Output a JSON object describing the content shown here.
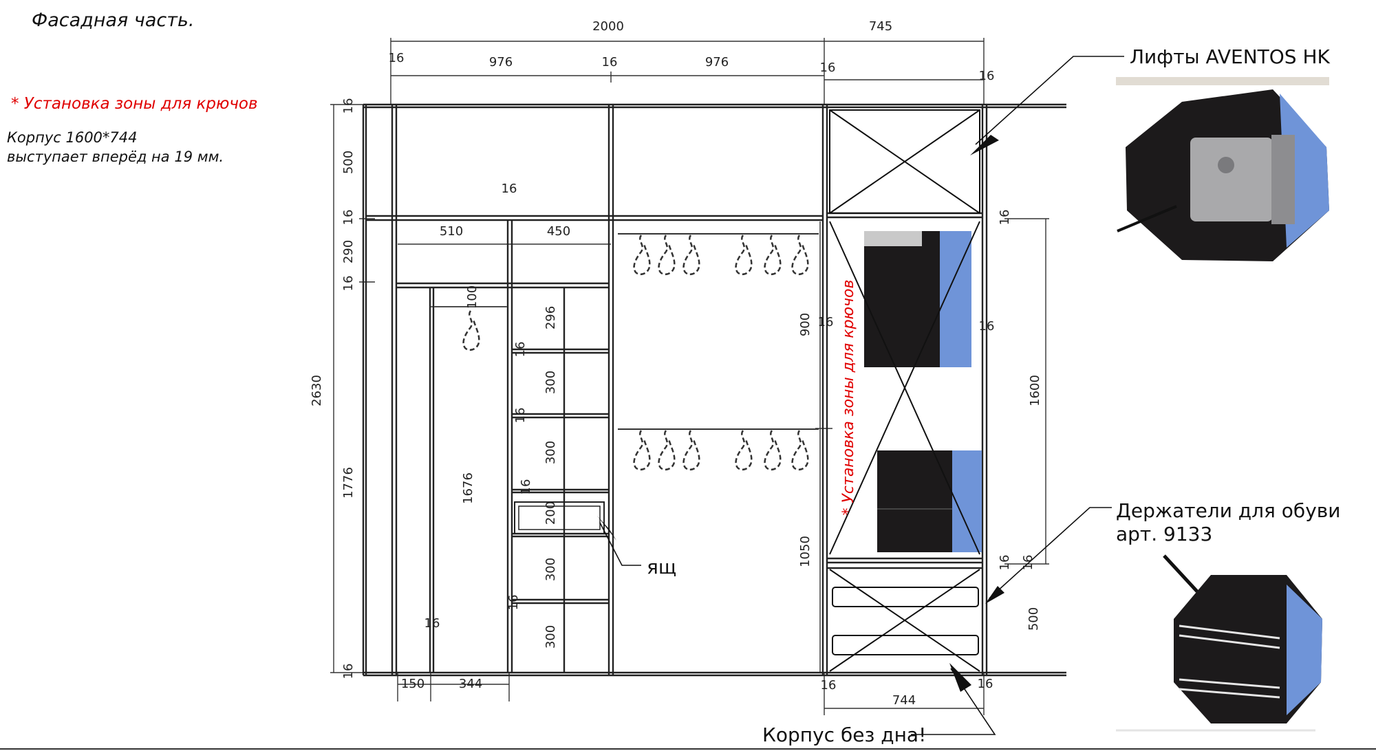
{
  "notes": {
    "title": "Фасадная часть.",
    "hooks_zone": "* Установка зоны для крючов",
    "corpus_line1": "Корпус 1600*744",
    "corpus_line2": "выступает вперёд на 19 мм."
  },
  "callouts": {
    "lifts": "Лифты AVENTOS HK",
    "shoe_holders_line1": "Держатели для обуви",
    "shoe_holders_line2": "арт. 9133",
    "no_bottom": "Корпус без дна!",
    "drawer": "ящ",
    "vertical_hooks": "* Установка зоны для крючов"
  },
  "dimensions": {
    "top_total": "2000",
    "top_right": "745",
    "top_976_a": "976",
    "top_976_b": "976",
    "top_16_a": "16",
    "top_16_b": "16",
    "top_16_c": "16",
    "top_16_d": "16",
    "left_total": "2630",
    "left_16_a": "16",
    "left_500": "500",
    "left_16_b": "16",
    "left_290": "290",
    "left_16_c": "16",
    "left_1776": "1776",
    "left_16_d": "16",
    "w_510": "510",
    "w_450": "450",
    "w_16_shelf": "16",
    "w_100": "100",
    "h_1676": "1676",
    "w_16_inner": "16",
    "h_296": "296",
    "h_16_a": "16",
    "h_300_a": "300",
    "h_16_b": "16",
    "h_300_b": "300",
    "h_16_c": "16",
    "h_200": "200",
    "h_300_c": "300",
    "h_16_d": "16",
    "h_300_d": "300",
    "h_900": "900",
    "h_16_mid": "16",
    "h_1050": "1050",
    "bottom_150": "150",
    "bottom_344": "344",
    "right_16_a": "16",
    "right_16_b": "16",
    "right_1600": "1600",
    "right_16_c": "16",
    "right_16_d": "16",
    "right_500": "500",
    "bottom_16_a": "16",
    "bottom_744": "744",
    "bottom_16_b": "16"
  },
  "colors": {
    "line": "#222222",
    "annotation_red": "#e00000",
    "side_panel_blue": "#6f94d8",
    "dark_interior": "#1c1a1b"
  }
}
